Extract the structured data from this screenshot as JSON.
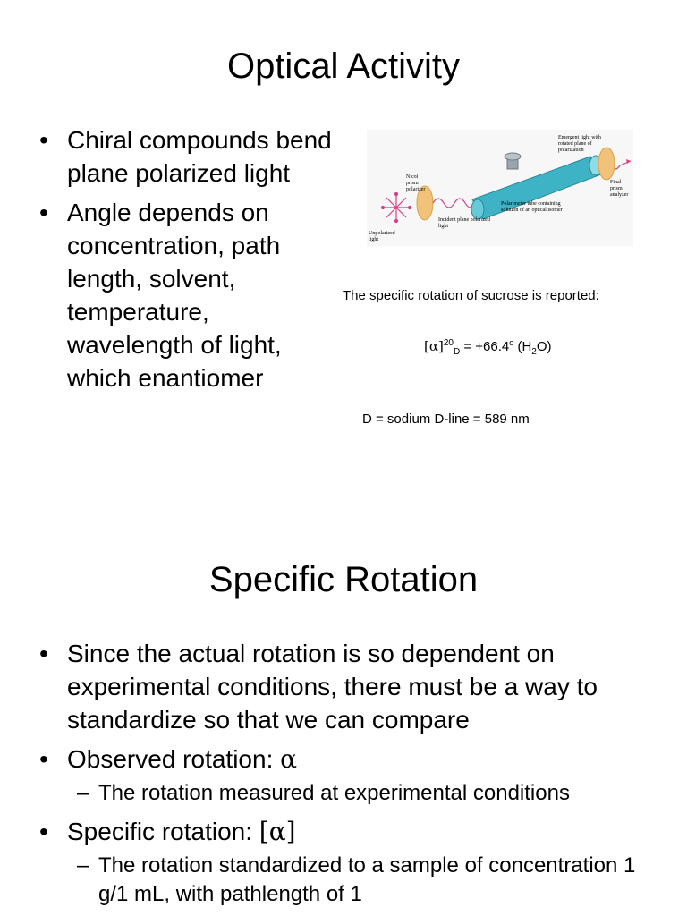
{
  "slide1": {
    "title": "Optical Activity",
    "bullets": [
      "Chiral compounds bend plane polarized light",
      "Angle depends on concentration, path length, solvent, temperature, wavelength of light, which enantiomer"
    ],
    "diagram": {
      "labels": {
        "unpolarized": "Unpolarized light",
        "nicol": "Nicol prism polarizer",
        "incident": "Incident plane polarized light",
        "tube": "Polarimeter tube containing solution of an optical isomer",
        "emergent": "Emergent light with rotated plane of polarization",
        "final": "Final prism analyzer"
      }
    },
    "note": "The specific rotation of sucrose is reported:",
    "formula": {
      "lhs": "[α]",
      "sup": "20",
      "sub": "D",
      "rhs_prefix": " = +66.4",
      "degree": "o",
      "solvent_open": " (H",
      "solvent_sub": "2",
      "solvent_close": "O)"
    },
    "dline": "D = sodium  D-line = 589 nm"
  },
  "slide2": {
    "title": "Specific Rotation",
    "bullets": [
      {
        "text": "Since the actual rotation is so dependent on experimental conditions, there must be a way to standardize so that we can compare"
      },
      {
        "text": "Observed rotation:  ",
        "symbol": "α",
        "sub": "The rotation measured at experimental conditions"
      },
      {
        "text": "Specific rotation:  ",
        "symbol": "[α]",
        "sub": "The rotation standardized to a sample of concentration 1 g/1 mL, with pathlength of 1"
      }
    ]
  }
}
